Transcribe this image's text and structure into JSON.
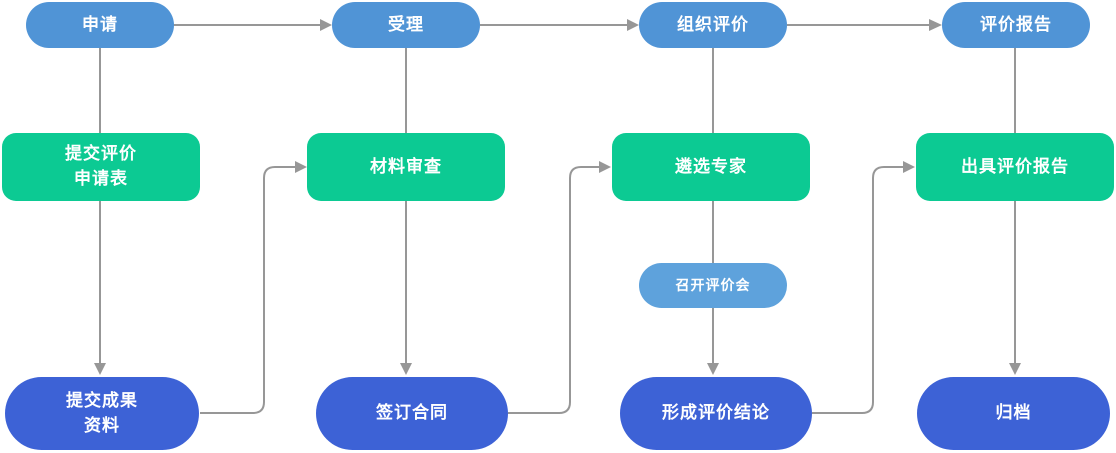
{
  "flow": {
    "stages": [
      {
        "label": "申请"
      },
      {
        "label": "受理"
      },
      {
        "label": "组织评价"
      },
      {
        "label": "评价报告"
      }
    ],
    "steps": [
      {
        "label": "提交评价\n申请表"
      },
      {
        "label": "材料审查"
      },
      {
        "label": "遴选专家"
      },
      {
        "label": "出具评价报告"
      }
    ],
    "meeting": {
      "label": "召开评价会"
    },
    "results": [
      {
        "label": "提交成果\n资料"
      },
      {
        "label": "签订合同"
      },
      {
        "label": "形成评价结论"
      },
      {
        "label": "归档"
      }
    ]
  },
  "colors": {
    "stage_blue": "#5094d6",
    "meeting_blue": "#5ea2dc",
    "step_green": "#0cca93",
    "result_blue": "#3d62d6",
    "connector_gray": "#979797",
    "label_text": "#ffffff",
    "background": "#ffffff"
  }
}
